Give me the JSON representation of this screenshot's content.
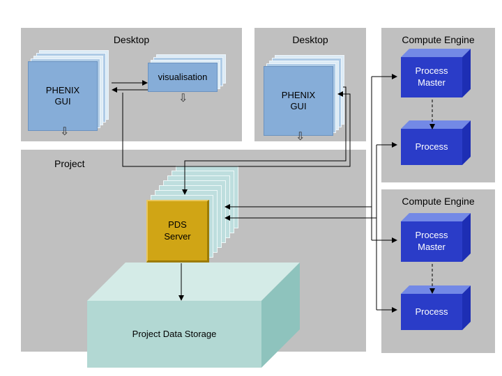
{
  "panels": {
    "desktop_left": {
      "label": "Desktop"
    },
    "desktop_right": {
      "label": "Desktop"
    },
    "compute_engine_top": {
      "label": "Compute Engine"
    },
    "compute_engine_bottom": {
      "label": "Compute Engine"
    },
    "project": {
      "label": "Project"
    }
  },
  "nodes": {
    "phenix_gui_left": {
      "label": "PHENIX GUI"
    },
    "visualisation": {
      "label": "visualisation"
    },
    "phenix_gui_right": {
      "label": "PHENIX GUI"
    },
    "process_master_top": {
      "label": "Process Master"
    },
    "process_top": {
      "label": "Process"
    },
    "process_master_bottom": {
      "label": "Process Master"
    },
    "process_bottom": {
      "label": "Process"
    },
    "pds_server": {
      "label": "PDS Server"
    },
    "project_data_storage": {
      "label": "Project Data Storage"
    }
  },
  "icons": {
    "cycle_arrow": "⇩"
  },
  "colors": {
    "panel_gray": "#c0c0c0",
    "gui_blue": "#86add8",
    "gui_layer": "#aecbe6",
    "process_blue": "#2a3cc8",
    "process_top": "#7389e6",
    "pds_gold": "#d0a515",
    "pds_slab": "#bedede",
    "storage_teal": "#b2d8d3",
    "arrow_black": "#000000"
  }
}
